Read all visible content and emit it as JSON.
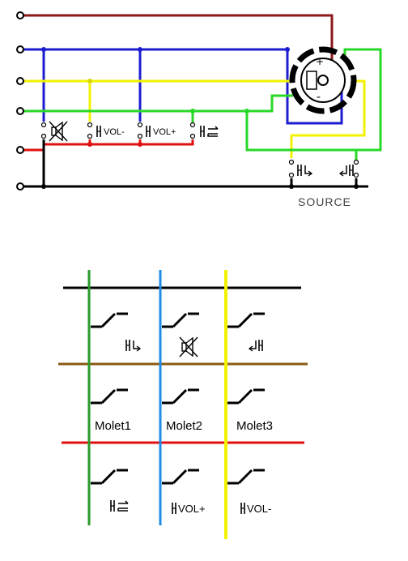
{
  "wire_colors": {
    "dark_red": "#8b1a1a",
    "blue": "#1c1cd0",
    "yellow": "#f2f200",
    "green": "#28d828",
    "red": "#e01010",
    "black": "#000000",
    "matrix_blue": "#1e8ce6",
    "matrix_brown": "#8b5a14",
    "matrix_green": "#2a9a2a"
  },
  "top_circuit": {
    "switches": [
      {
        "icon": "mute-speaker-icon",
        "label": ""
      },
      {
        "icon": "volume-icon",
        "label": "VOL-"
      },
      {
        "icon": "volume-icon",
        "label": "VOL+"
      },
      {
        "icon": "mode-switch-icon",
        "label": ""
      }
    ],
    "source_switches": [
      {
        "icon": "source-next-icon",
        "label": ""
      },
      {
        "icon": "source-prev-icon",
        "label": ""
      }
    ],
    "source_label": "SOURCE",
    "connector_pins": [
      "+",
      "-"
    ]
  },
  "matrix": {
    "row1": [
      {
        "icon": "source-next-icon",
        "label": ""
      },
      {
        "icon": "mute-speaker-icon",
        "label": ""
      },
      {
        "icon": "source-prev-icon",
        "label": ""
      }
    ],
    "row2": [
      {
        "label": "Molet1"
      },
      {
        "label": "Molet2"
      },
      {
        "label": "Molet3"
      }
    ],
    "row3": [
      {
        "icon": "mode-switch-icon",
        "label": ""
      },
      {
        "icon": "volume-icon",
        "label": "VOL+"
      },
      {
        "icon": "volume-icon",
        "label": "VOL-"
      }
    ]
  }
}
